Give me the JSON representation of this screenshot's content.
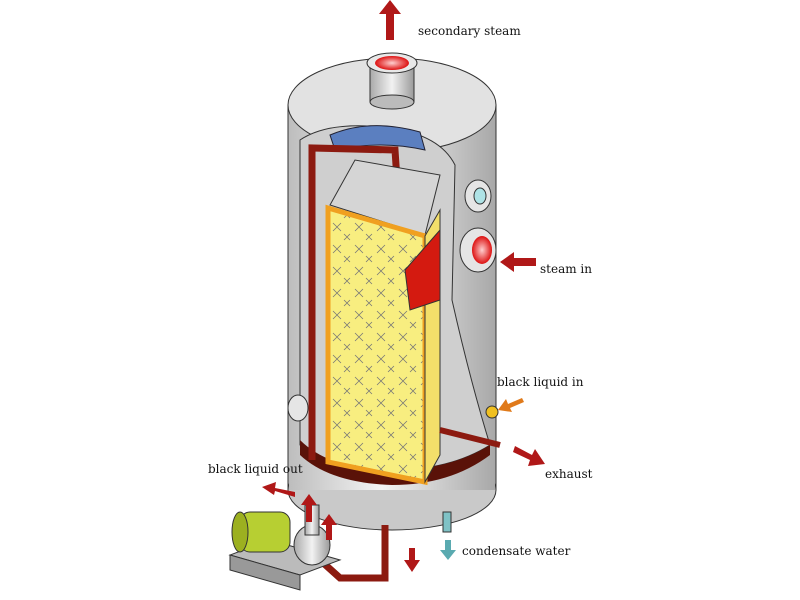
{
  "labels": {
    "secondary_steam": "secondary steam",
    "steam_in": "steam in",
    "black_liquid_in": "black liquid in",
    "exhaust": "exhaust",
    "black_liquid_out": "black liquid out",
    "condensate_water": "condensate water"
  },
  "colors": {
    "flow_arrow": "#b01818",
    "black_liquid_in_arrow": "#e07a1a",
    "condensate_arrow": "#5aaab0",
    "shell": "#d8d8d8",
    "panel": "#f7ec7a",
    "panel_border": "#f0a020",
    "pipe": "#8c1a10"
  }
}
